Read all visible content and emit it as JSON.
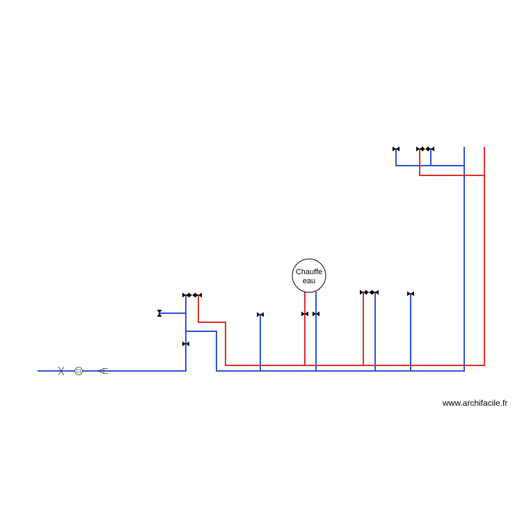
{
  "colors": {
    "cold": "#2b4fd8",
    "hot": "#e02b2b",
    "fitting": "#333333"
  },
  "heater": {
    "line1": "Chauffe",
    "line2": "eau"
  },
  "watermark": "www.archifacile.fr"
}
